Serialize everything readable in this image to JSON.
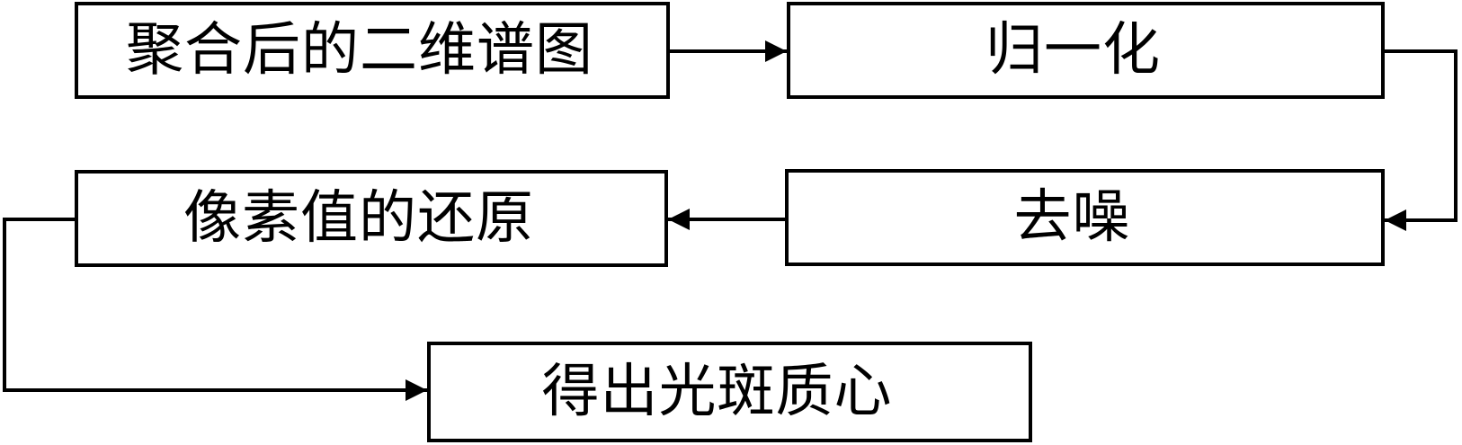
{
  "flowchart": {
    "colors": {
      "background": "#ffffff",
      "stroke": "#000000",
      "text": "#000000"
    },
    "nodes": [
      {
        "id": "aggregated-2d-spectrogram",
        "label": "聚合后的二维谱图"
      },
      {
        "id": "normalization",
        "label": "归一化"
      },
      {
        "id": "denoising",
        "label": "去噪"
      },
      {
        "id": "pixel-value-restoration",
        "label": "像素值的还原"
      },
      {
        "id": "spot-centroid-result",
        "label": "得出光斑质心"
      }
    ],
    "edges": [
      {
        "from": "aggregated-2d-spectrogram",
        "to": "normalization"
      },
      {
        "from": "normalization",
        "to": "denoising"
      },
      {
        "from": "denoising",
        "to": "pixel-value-restoration"
      },
      {
        "from": "pixel-value-restoration",
        "to": "spot-centroid-result"
      }
    ]
  }
}
